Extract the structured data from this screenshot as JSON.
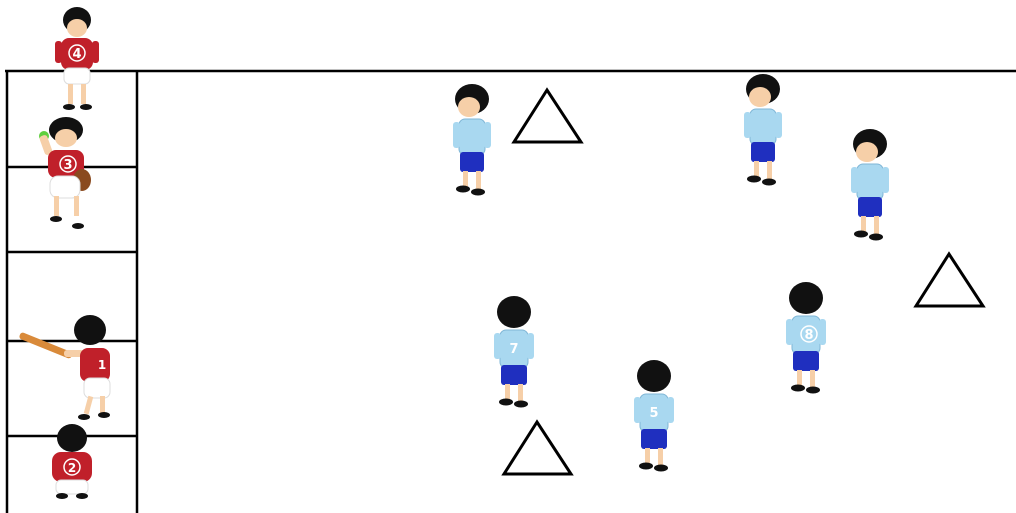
{
  "colors": {
    "background": "#ffffff",
    "line": "#000000",
    "red_team_shirt": "#c0202a",
    "red_team_shorts": "#ffffff",
    "blue_team_shirt": "#a9d8f0",
    "blue_team_shorts": "#1f2fbf",
    "skin": "#f6cfa8",
    "hair": "#111111",
    "bat": "#d98a3a",
    "ball": "#5fcf3f",
    "glove": "#8a4a1f"
  },
  "red_team": [
    {
      "id": "red-4",
      "number": "4",
      "pose": "standing-waiting"
    },
    {
      "id": "red-3",
      "number": "3",
      "pose": "throwing-with-glove"
    },
    {
      "id": "red-1",
      "number": "1",
      "pose": "batting"
    },
    {
      "id": "red-2",
      "number": "2",
      "pose": "catching"
    }
  ],
  "blue_team": [
    {
      "id": "blue-a",
      "number": "",
      "pose": "fielding"
    },
    {
      "id": "blue-b",
      "number": "",
      "pose": "fielding"
    },
    {
      "id": "blue-c",
      "number": "",
      "pose": "fielding"
    },
    {
      "id": "blue-7",
      "number": "7",
      "pose": "fielding-back"
    },
    {
      "id": "blue-5",
      "number": "5",
      "pose": "fielding-back"
    },
    {
      "id": "blue-8",
      "number": "8",
      "pose": "fielding-back"
    }
  ],
  "markers": [
    {
      "id": "cone-1",
      "icon": "triangle-cone-icon"
    },
    {
      "id": "cone-2",
      "icon": "triangle-cone-icon"
    },
    {
      "id": "cone-3",
      "icon": "triangle-cone-icon"
    }
  ]
}
